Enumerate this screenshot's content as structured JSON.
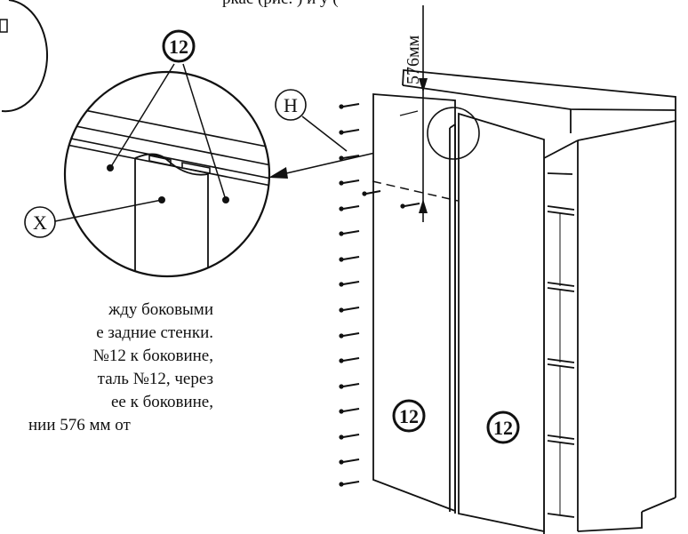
{
  "diagram": {
    "callouts": {
      "part_number": "12",
      "label_h": "H",
      "label_x": "X",
      "dimension": "576мм"
    },
    "instruction_lines": [
      "жду   боковыми",
      "е задние стенки.",
      "№12 к боковине,",
      "таль №12, через",
      "ее к  боковине,",
      "нии 576 мм от"
    ],
    "top_fragment": "ркас (рис. ) и         у ("
  }
}
